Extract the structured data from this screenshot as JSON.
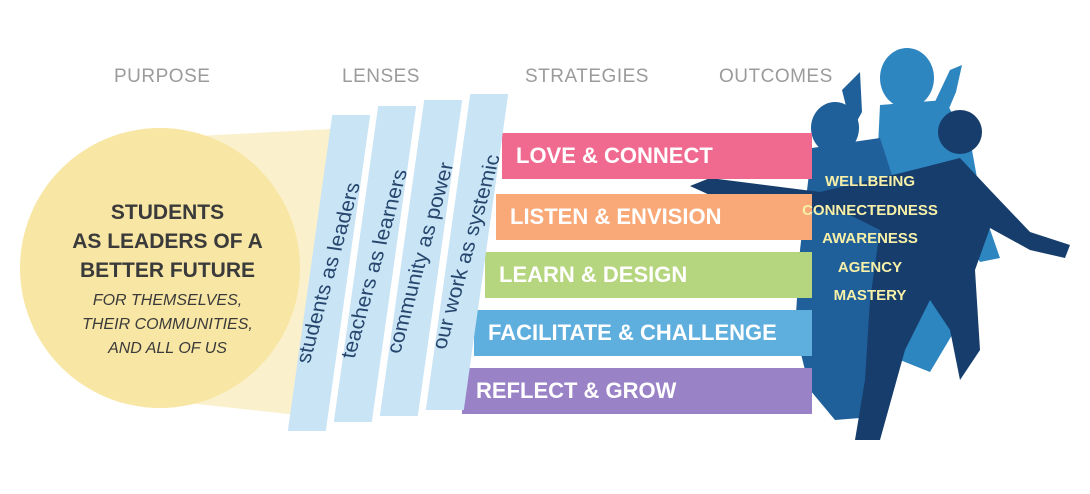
{
  "headers": {
    "purpose": "PURPOSE",
    "lenses": "LENSES",
    "strategies": "STRATEGIES",
    "outcomes": "OUTCOMES"
  },
  "purpose": {
    "main_lines": [
      "STUDENTS",
      "AS LEADERS OF A",
      "BETTER FUTURE"
    ],
    "sub_lines": [
      "FOR THEMSELVES,",
      "THEIR COMMUNITIES,",
      "AND ALL OF US"
    ]
  },
  "lenses": [
    "students as leaders",
    "teachers as learners",
    "community as power",
    "our work as systemic"
  ],
  "strategies": [
    {
      "label": "LOVE & CONNECT",
      "color": "#f0698f"
    },
    {
      "label": "LISTEN & ENVISION",
      "color": "#f9a978"
    },
    {
      "label": "LEARN & DESIGN",
      "color": "#b5d67e"
    },
    {
      "label": "FACILITATE & CHALLENGE",
      "color": "#5eaede"
    },
    {
      "label": "REFLECT & GROW",
      "color": "#9a82c6"
    }
  ],
  "outcomes": [
    "WELLBEING",
    "CONNECTEDNESS",
    "AWARENESS",
    "AGENCY",
    "MASTERY"
  ],
  "colors": {
    "header_gray": "#9b9b9b",
    "purpose_circle": "#f8e6a4",
    "beam": "#fbf0cc",
    "lens_fill": "#c9e4f5",
    "lens_text": "#26466d",
    "figure_light": "#2e86c1",
    "figure_mid": "#1f5f9a",
    "figure_dark": "#163d6b",
    "outcome_text": "#f7f0a8"
  }
}
